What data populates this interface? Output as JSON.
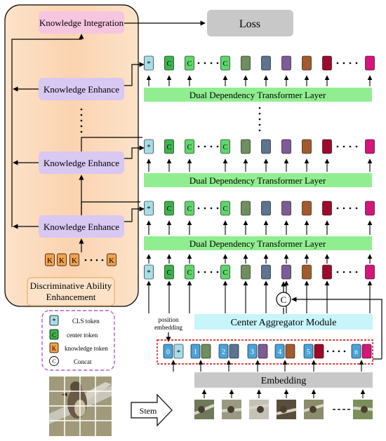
{
  "left_panel": {
    "title_line1": "Discriminative Ability",
    "title_line2": "Enhancement",
    "integration_label": "Knowledge Integration",
    "enhance_label": "Knowledge Enhance",
    "knowledge_token_letter": "K"
  },
  "loss_label": "Loss",
  "transformer_label": "Dual Dependency  Transformer Layer",
  "center_aggregator_label": "Center Aggregator Module",
  "concat_symbol": "C",
  "embedding_label": "Embedding",
  "position_embedding_label": [
    "position",
    "embedding"
  ],
  "stem_label": "Stem",
  "token_symbols": {
    "cls": "*",
    "center": "C",
    "knowledge": "K"
  },
  "position_indices": [
    "0",
    "1",
    "2",
    "3",
    "4",
    "5",
    "n"
  ],
  "legend": {
    "cls": "CLS token",
    "center": "center token",
    "knowledge": "knowledge token",
    "concat": "Concat"
  },
  "token_colors": [
    "#a8dde8",
    "#3cb44b",
    "#5fd66a",
    "#5fd66a",
    "#6f8f5e",
    "#5c7391",
    "#7e5b96",
    "#a35a2c",
    "#9e0a2c",
    "#d6157a"
  ],
  "colors": {
    "panel_fill": "#fbd3b0",
    "knowledge_node": "#d8c8f2",
    "integration_node": "#f6c6e0",
    "transformer": "#90ee90",
    "aggregator": "#c7f5fb",
    "embedding": "#c8c8c8",
    "knowledge_token": "#f5a24b",
    "position_box": "#4aa3d8"
  }
}
